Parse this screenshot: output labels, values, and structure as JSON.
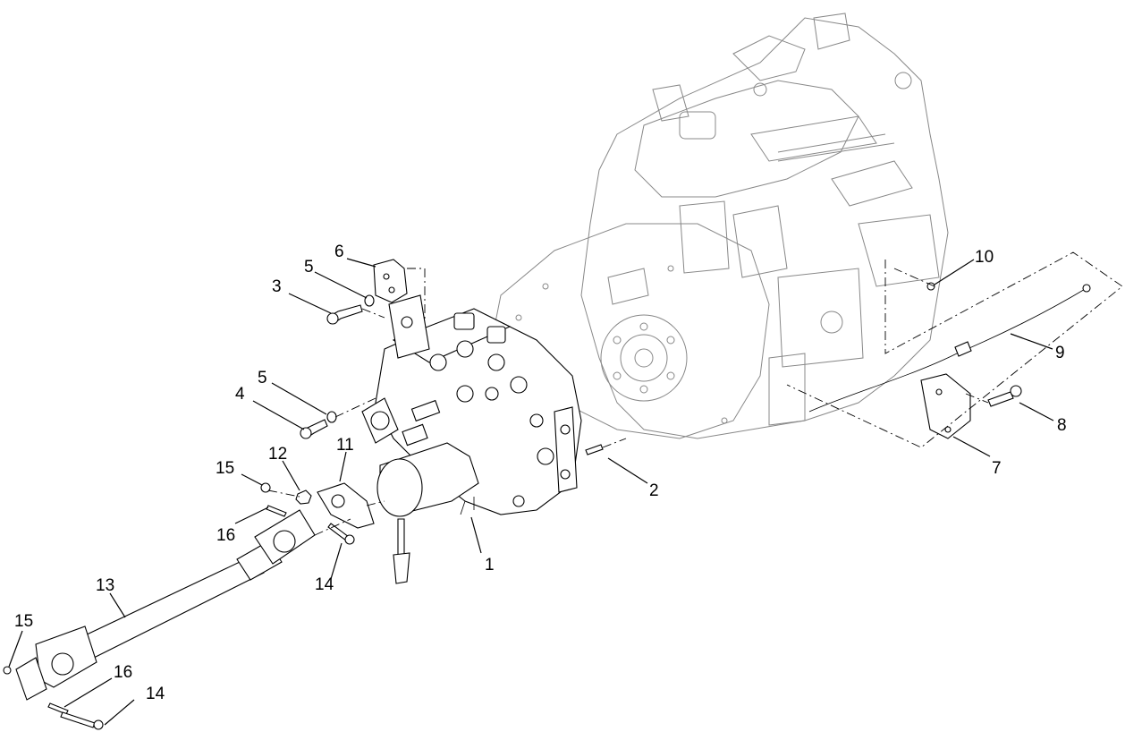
{
  "diagram": {
    "callouts": [
      "1",
      "2",
      "3",
      "4",
      "5",
      "5",
      "6",
      "7",
      "8",
      "9",
      "10",
      "11",
      "12",
      "13",
      "14",
      "14",
      "15",
      "15",
      "16",
      "16"
    ]
  }
}
